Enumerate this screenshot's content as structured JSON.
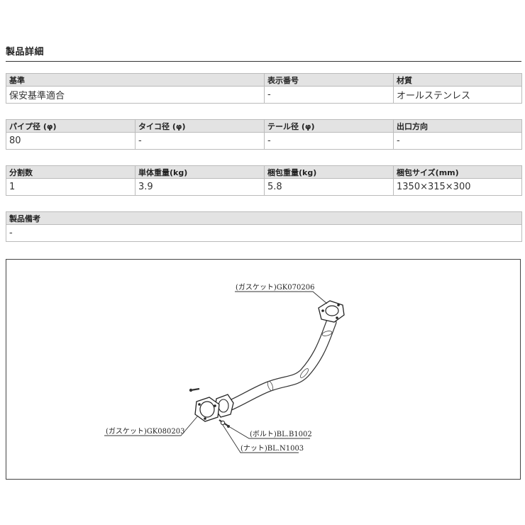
{
  "section_title": "製品詳細",
  "table1": {
    "headers": [
      "基準",
      "表示番号",
      "材質"
    ],
    "values": [
      "保安基準適合",
      "-",
      "オールステンレス"
    ]
  },
  "table2": {
    "headers": [
      "パイプ径 (φ)",
      "タイコ径 (φ)",
      "テール径 (φ)",
      "出口方向"
    ],
    "values": [
      "80",
      "-",
      "-",
      "-"
    ]
  },
  "table3": {
    "headers": [
      "分割数",
      "単体重量(kg)",
      "梱包重量(kg)",
      "梱包サイズ(mm)"
    ],
    "values": [
      "1",
      "3.9",
      "5.8",
      "1350×315×300"
    ]
  },
  "table4": {
    "headers": [
      "製品備考"
    ],
    "values": [
      "-"
    ]
  },
  "diagram": {
    "labels": {
      "gasket_top": "(ガスケット)GK070206",
      "gasket_bottom": "(ガスケット)GK080203",
      "bolt": "(ボルト)BL.B1002",
      "nut": "(ナット)BL.N1003"
    }
  }
}
